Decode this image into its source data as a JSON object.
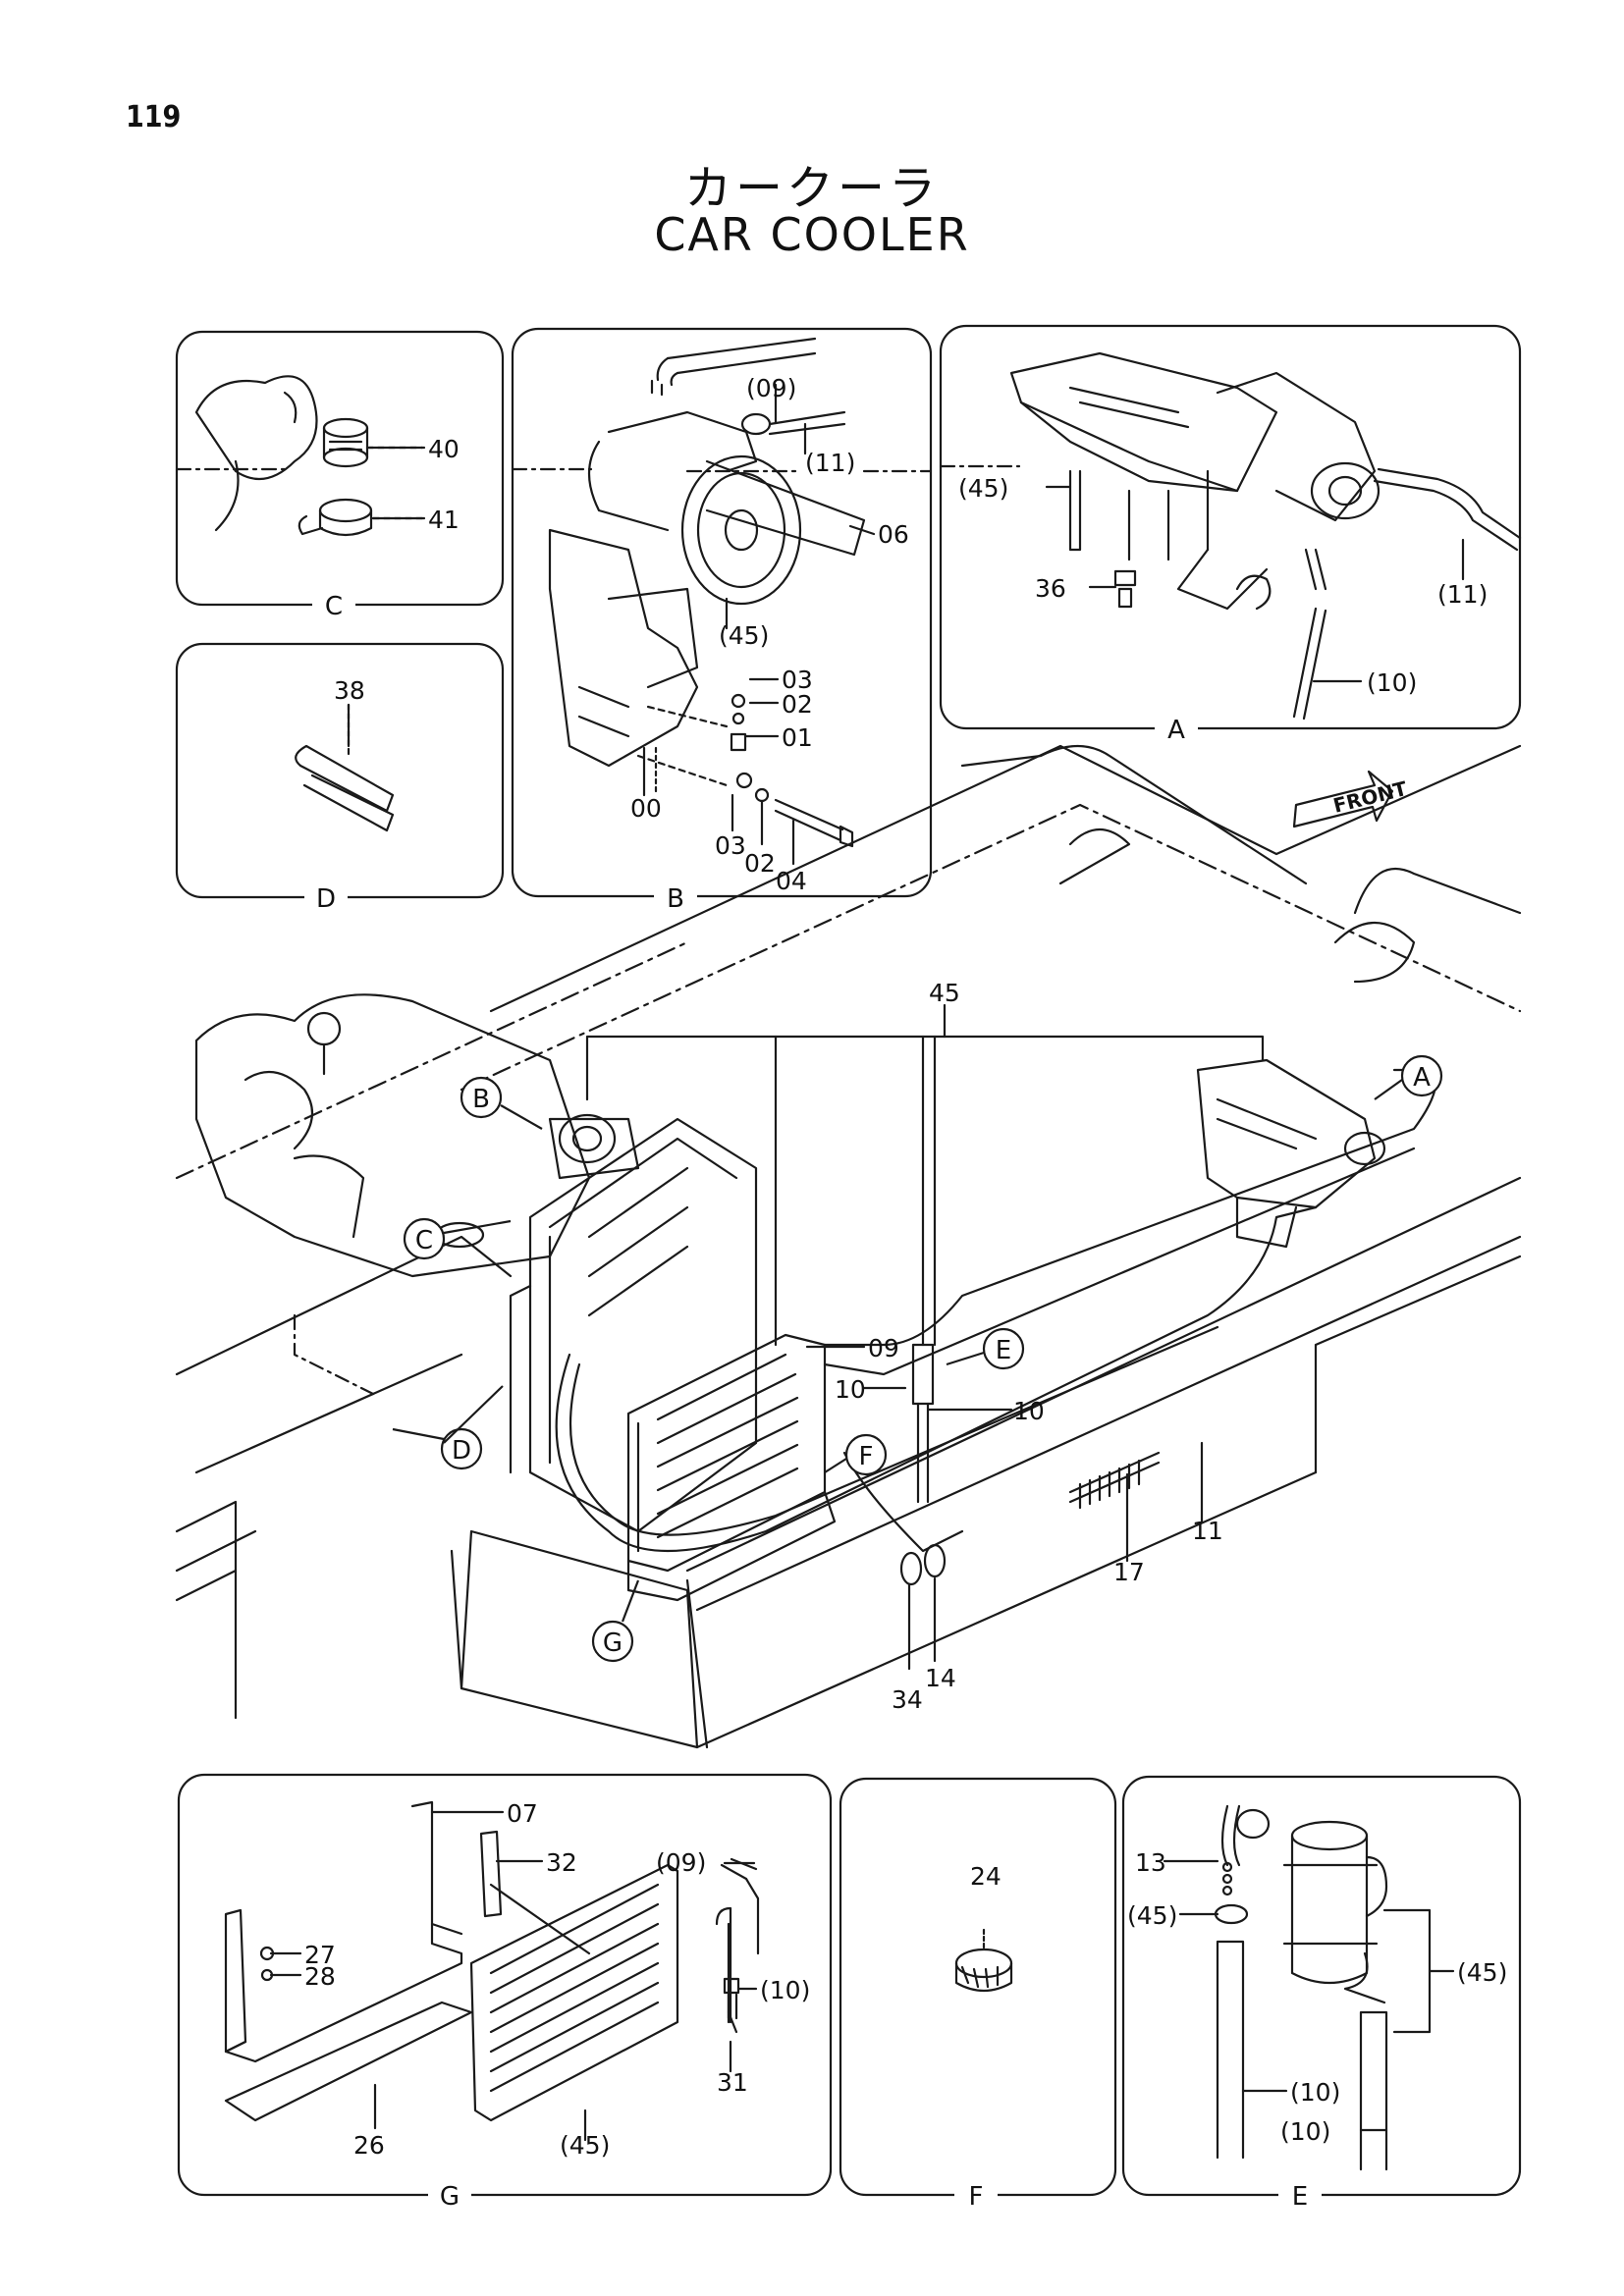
{
  "page_number": "119",
  "title_jp": "カークーラ",
  "title_en": "CAR COOLER",
  "front_label": "FRONT",
  "panels": {
    "C": {
      "label": "C",
      "parts": [
        "40",
        "41"
      ]
    },
    "B": {
      "label": "B",
      "parts": [
        "(09)",
        "(11)",
        "06",
        "(45)",
        "03",
        "02",
        "01",
        "00",
        "03",
        "02",
        "04"
      ]
    },
    "A": {
      "label": "A",
      "parts": [
        "(45)",
        "36",
        "(11)",
        "(10)"
      ]
    },
    "D": {
      "label": "D",
      "parts": [
        "38"
      ]
    },
    "G": {
      "label": "G",
      "parts": [
        "07",
        "32",
        "(09)",
        "27",
        "28",
        "(10)",
        "31",
        "26",
        "(45)"
      ]
    },
    "F": {
      "label": "F",
      "parts": [
        "24"
      ]
    },
    "E": {
      "label": "E",
      "parts": [
        "13",
        "(45)",
        "(45)",
        "(10)",
        "(10)"
      ]
    }
  },
  "main_callouts": [
    "45",
    "09",
    "10",
    "10",
    "11",
    "17",
    "34",
    "14"
  ],
  "detail_markers": [
    "A",
    "B",
    "C",
    "D",
    "E",
    "F",
    "G"
  ]
}
